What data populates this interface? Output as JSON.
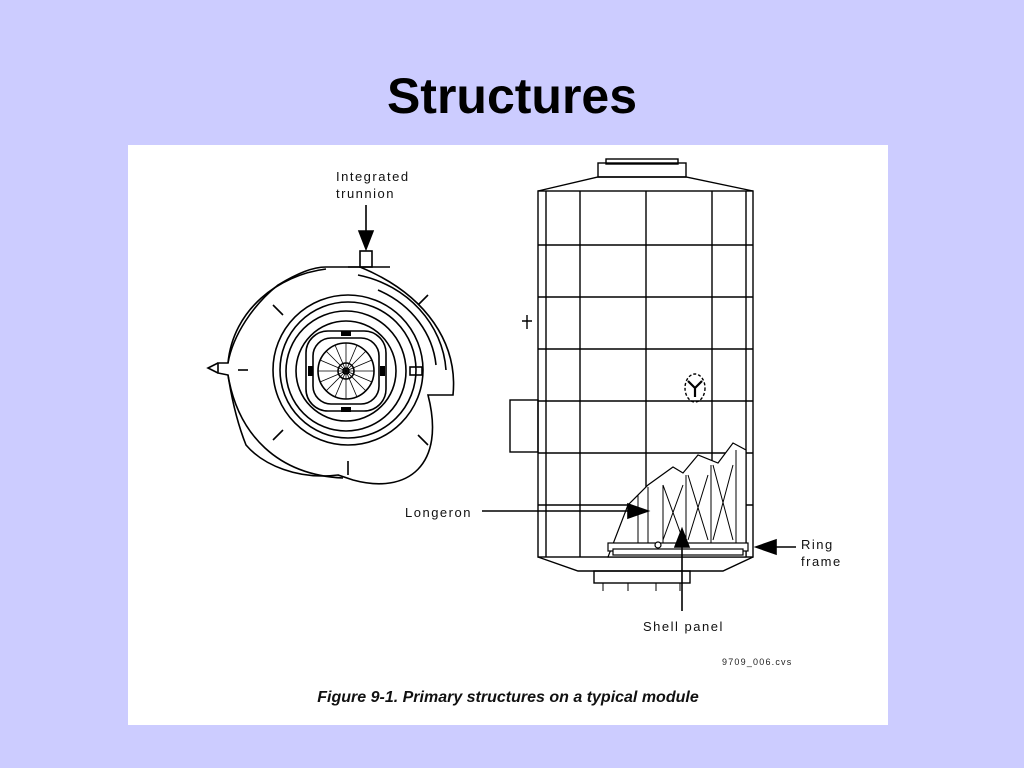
{
  "slide": {
    "title": "Structures"
  },
  "figure": {
    "labels": {
      "trunnion_line1": "Integrated",
      "trunnion_line2": "trunnion",
      "longeron": "Longeron",
      "ring_line1": "Ring",
      "ring_line2": "frame",
      "shell_panel": "Shell panel"
    },
    "drawing_code": "9709_006.cvs",
    "caption": "Figure 9-1. Primary structures on a typical module"
  },
  "colors": {
    "background": "#ccccff",
    "panel": "#ffffff",
    "ink": "#000000"
  }
}
